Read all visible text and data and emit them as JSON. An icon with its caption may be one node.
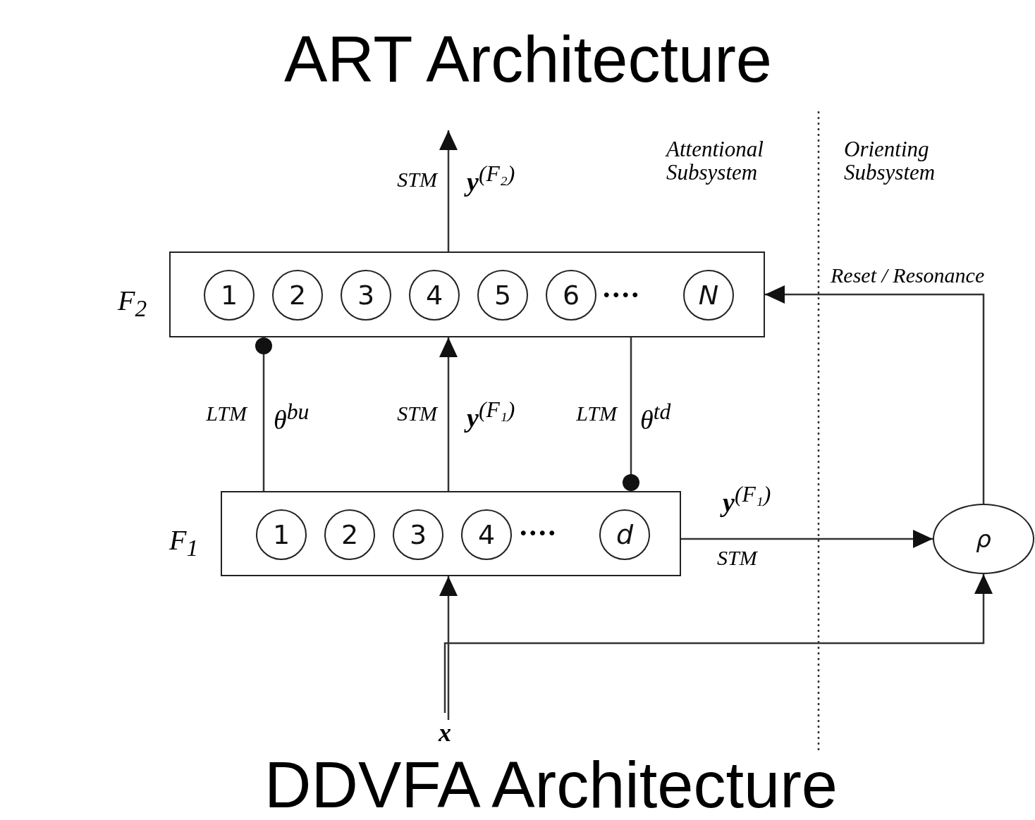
{
  "diagram": {
    "title": "ART Architecture",
    "caption": "DDVFA Architecture",
    "nodes": [
      {
        "text": [
          "F$_{2}$"
        ]
      },
      {
        "text": [
          "1"
        ],
        "in": 0
      },
      {
        "text": [
          "2"
        ],
        "in": 0
      },
      {
        "text": [
          "3"
        ],
        "in": 0
      },
      {
        "text": [
          "4"
        ],
        "in": 0
      },
      {
        "text": [
          "5"
        ],
        "in": 0
      },
      {
        "text": [
          "6"
        ],
        "in": 0
      },
      {
        "text": [
          "N"
        ],
        "in": 0
      },
      {
        "text": [
          "F$_{1}$"
        ]
      },
      {
        "text": [
          "1"
        ],
        "in": 8
      },
      {
        "text": [
          "2"
        ],
        "in": 8
      },
      {
        "text": [
          "3"
        ],
        "in": 8
      },
      {
        "text": [
          "4"
        ],
        "in": 8
      },
      {
        "text": [
          "d"
        ],
        "in": 8
      },
      {
        "text": [
          "ρ"
        ]
      },
      {
        "text": [
          "x"
        ]
      }
    ],
    "edges": [
      {
        "from": 0,
        "to": null,
        "arrow": "to",
        "label": "STM"
      },
      {
        "from": 8,
        "to": 0,
        "arrow": "other",
        "label": "LTM"
      },
      {
        "from": 8,
        "to": 0,
        "arrow": "to",
        "label": "STM"
      },
      {
        "from": 0,
        "to": 8,
        "arrow": "other",
        "label": "LTM"
      },
      {
        "from": 8,
        "to": 14,
        "arrow": "to",
        "label": "STM"
      },
      {
        "from": 14,
        "to": 0,
        "arrow": "to",
        "label": "Reset / Resonance"
      },
      {
        "from": 15,
        "to": 8,
        "arrow": "to"
      },
      {
        "from": 15,
        "to": 14,
        "arrow": "to"
      }
    ],
    "labels": [
      "**y**$^{(F₂)}$",
      "Attentional Subsystem",
      "Orienting Subsystem",
      "....",
      "θ$^{bu}$",
      "**y**$^{(F₁)}$",
      "θ$^{td}$",
      "....",
      "**y**$^{(F₁)}$"
    ]
  }
}
